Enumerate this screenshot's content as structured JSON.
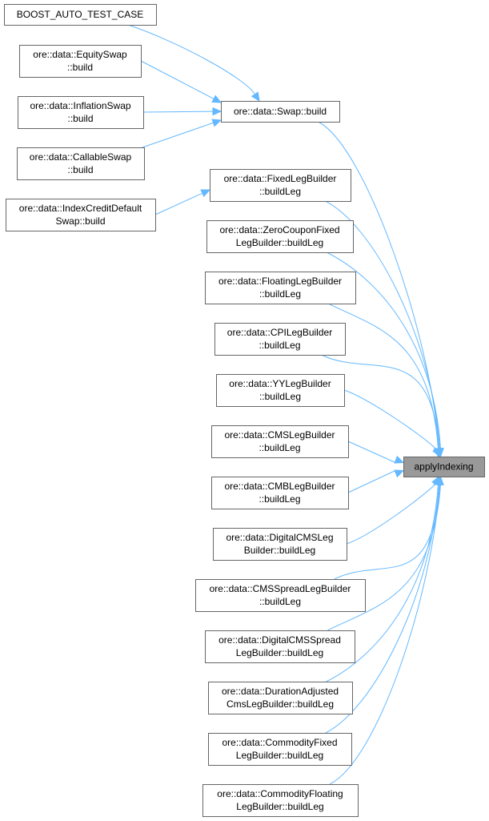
{
  "graph": {
    "type": "caller-graph",
    "target": {
      "id": "applyIndexing",
      "lines": [
        "applyIndexing"
      ]
    },
    "nodes": [
      {
        "id": "boost_auto_test_case",
        "lines": [
          "BOOST_AUTO_TEST_CASE"
        ]
      },
      {
        "id": "equityswap_build",
        "lines": [
          "ore::data::EquitySwap",
          "::build"
        ]
      },
      {
        "id": "inflationswap_build",
        "lines": [
          "ore::data::InflationSwap",
          "::build"
        ]
      },
      {
        "id": "callableswap_build",
        "lines": [
          "ore::data::CallableSwap",
          "::build"
        ]
      },
      {
        "id": "indexcreditdefaultswap_build",
        "lines": [
          "ore::data::IndexCreditDefault",
          "Swap::build"
        ]
      },
      {
        "id": "swap_build",
        "lines": [
          "ore::data::Swap::build"
        ]
      },
      {
        "id": "fixedlegbuilder_buildleg",
        "lines": [
          "ore::data::FixedLegBuilder",
          "::buildLeg"
        ]
      },
      {
        "id": "zerocouponfixedlegbuilder_buildleg",
        "lines": [
          "ore::data::ZeroCouponFixed",
          "LegBuilder::buildLeg"
        ]
      },
      {
        "id": "floatinglegbuilder_buildleg",
        "lines": [
          "ore::data::FloatingLegBuilder",
          "::buildLeg"
        ]
      },
      {
        "id": "cpilegbuilder_buildleg",
        "lines": [
          "ore::data::CPILegBuilder",
          "::buildLeg"
        ]
      },
      {
        "id": "yylegbuilder_buildleg",
        "lines": [
          "ore::data::YYLegBuilder",
          "::buildLeg"
        ]
      },
      {
        "id": "cmslegbuilder_buildleg",
        "lines": [
          "ore::data::CMSLegBuilder",
          "::buildLeg"
        ]
      },
      {
        "id": "cmblegbuilder_buildleg",
        "lines": [
          "ore::data::CMBLegBuilder",
          "::buildLeg"
        ]
      },
      {
        "id": "digitalcmslegbuilder_buildleg",
        "lines": [
          "ore::data::DigitalCMSLeg",
          "Builder::buildLeg"
        ]
      },
      {
        "id": "cmsspreadlegbuilder_buildleg",
        "lines": [
          "ore::data::CMSSpreadLegBuilder",
          "::buildLeg"
        ]
      },
      {
        "id": "digitalcmsspreadlegbuilder_buildleg",
        "lines": [
          "ore::data::DigitalCMSSpread",
          "LegBuilder::buildLeg"
        ]
      },
      {
        "id": "durationadjustedcmslegbuilder_buildleg",
        "lines": [
          "ore::data::DurationAdjusted",
          "CmsLegBuilder::buildLeg"
        ]
      },
      {
        "id": "commodityfixedlegbuilder_buildleg",
        "lines": [
          "ore::data::CommodityFixed",
          "LegBuilder::buildLeg"
        ]
      },
      {
        "id": "commodityfloatinglegbuilder_buildleg",
        "lines": [
          "ore::data::CommodityFloating",
          "LegBuilder::buildLeg"
        ]
      }
    ],
    "edges": [
      {
        "from": "boost_auto_test_case",
        "to": "swap_build"
      },
      {
        "from": "equityswap_build",
        "to": "swap_build"
      },
      {
        "from": "inflationswap_build",
        "to": "swap_build"
      },
      {
        "from": "callableswap_build",
        "to": "swap_build"
      },
      {
        "from": "indexcreditdefaultswap_build",
        "to": "fixedlegbuilder_buildleg"
      },
      {
        "from": "swap_build",
        "to": "applyIndexing"
      },
      {
        "from": "fixedlegbuilder_buildleg",
        "to": "applyIndexing"
      },
      {
        "from": "zerocouponfixedlegbuilder_buildleg",
        "to": "applyIndexing"
      },
      {
        "from": "floatinglegbuilder_buildleg",
        "to": "applyIndexing"
      },
      {
        "from": "cpilegbuilder_buildleg",
        "to": "applyIndexing"
      },
      {
        "from": "yylegbuilder_buildleg",
        "to": "applyIndexing"
      },
      {
        "from": "cmslegbuilder_buildleg",
        "to": "applyIndexing"
      },
      {
        "from": "cmblegbuilder_buildleg",
        "to": "applyIndexing"
      },
      {
        "from": "digitalcmslegbuilder_buildleg",
        "to": "applyIndexing"
      },
      {
        "from": "cmsspreadlegbuilder_buildleg",
        "to": "applyIndexing"
      },
      {
        "from": "digitalcmsspreadlegbuilder_buildleg",
        "to": "applyIndexing"
      },
      {
        "from": "durationadjustedcmslegbuilder_buildleg",
        "to": "applyIndexing"
      },
      {
        "from": "commodityfixedlegbuilder_buildleg",
        "to": "applyIndexing"
      },
      {
        "from": "commodityfloatinglegbuilder_buildleg",
        "to": "applyIndexing"
      }
    ],
    "colors": {
      "edge": "#63b8ff",
      "node_border": "#666666",
      "node_fill": "#ffffff",
      "target_fill": "#999999"
    }
  }
}
